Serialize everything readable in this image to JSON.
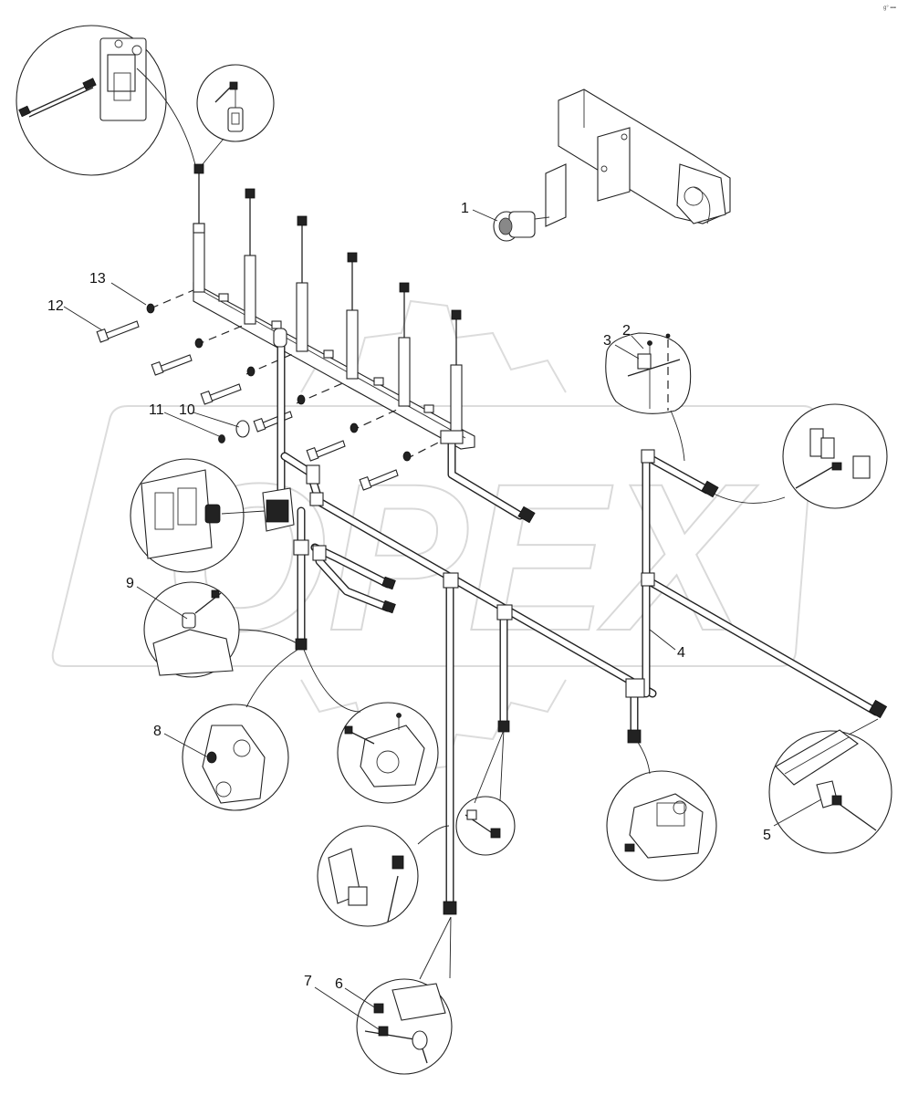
{
  "corner_mark": "g° ▪▪▪",
  "watermark_text": "OPEX",
  "callouts": [
    {
      "id": "1",
      "label": "1"
    },
    {
      "id": "2",
      "label": "2"
    },
    {
      "id": "3",
      "label": "3"
    },
    {
      "id": "4",
      "label": "4"
    },
    {
      "id": "5",
      "label": "5"
    },
    {
      "id": "6",
      "label": "6"
    },
    {
      "id": "7",
      "label": "7"
    },
    {
      "id": "8",
      "label": "8"
    },
    {
      "id": "9",
      "label": "9"
    },
    {
      "id": "10",
      "label": "10"
    },
    {
      "id": "11",
      "label": "11"
    },
    {
      "id": "12",
      "label": "12"
    },
    {
      "id": "13",
      "label": "13"
    }
  ]
}
